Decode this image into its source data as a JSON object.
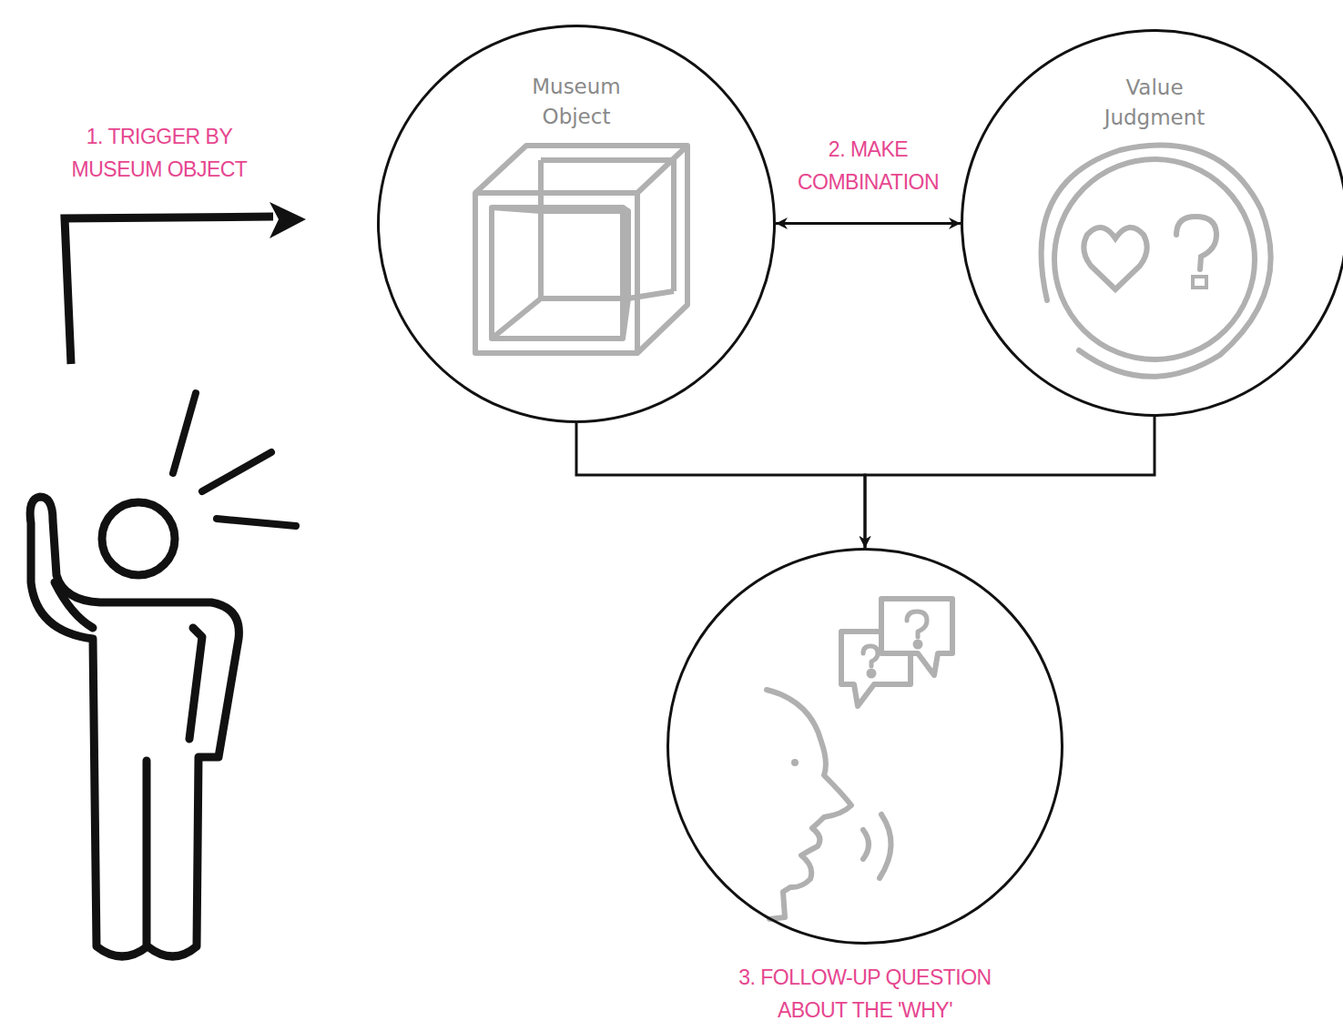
{
  "diagram": {
    "nodes": [
      {
        "text": [
          "Museum Object"
        ]
      },
      {
        "text": [
          "Value Judgment"
        ]
      },
      {
        "text": [
          "3. FOLLOW-UP QUESTION ABOUT THE 'WHY'"
        ]
      }
    ],
    "edges": [
      {
        "from": 0,
        "to": 1,
        "arrow": "both",
        "label": "2. MAKE COMBINATION"
      },
      {
        "from": 0,
        "to": 2,
        "arrow": "to"
      },
      {
        "from": 1,
        "to": 2,
        "arrow": "to"
      }
    ],
    "labels": [
      "1. TRIGGER BY MUSEUM OBJECT"
    ]
  }
}
